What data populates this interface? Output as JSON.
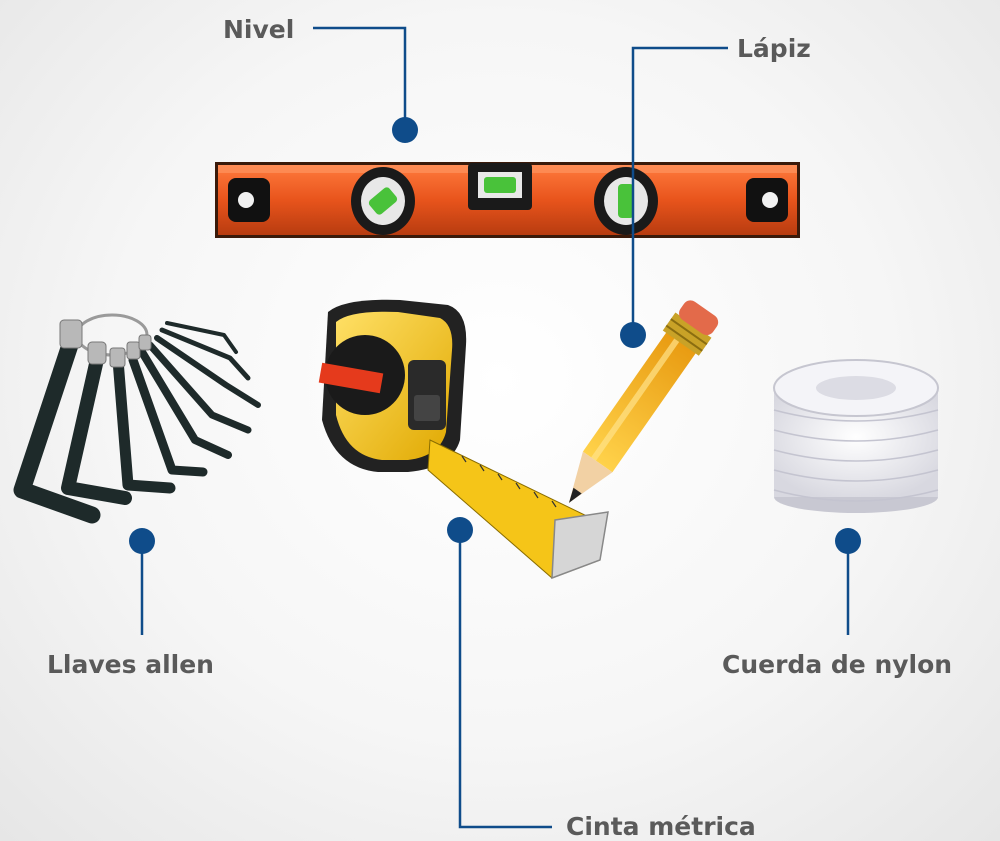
{
  "labels": {
    "nivel": "Nivel",
    "lapiz": "Lápiz",
    "llaves_allen": "Llaves allen",
    "cinta_metrica": "Cinta métrica",
    "cuerda_nylon": "Cuerda de nylon"
  },
  "colors": {
    "callout_line": "#0f4c8a",
    "callout_dot": "#0f4c8a",
    "label_text": "#5a5a5a",
    "level_body": "#e8541c",
    "tape_body": "#f5c518",
    "pencil_body": "#f2b21e"
  },
  "icons": [
    "level-icon",
    "pencil-icon",
    "allen-keys-icon",
    "tape-measure-icon",
    "rope-icon"
  ]
}
